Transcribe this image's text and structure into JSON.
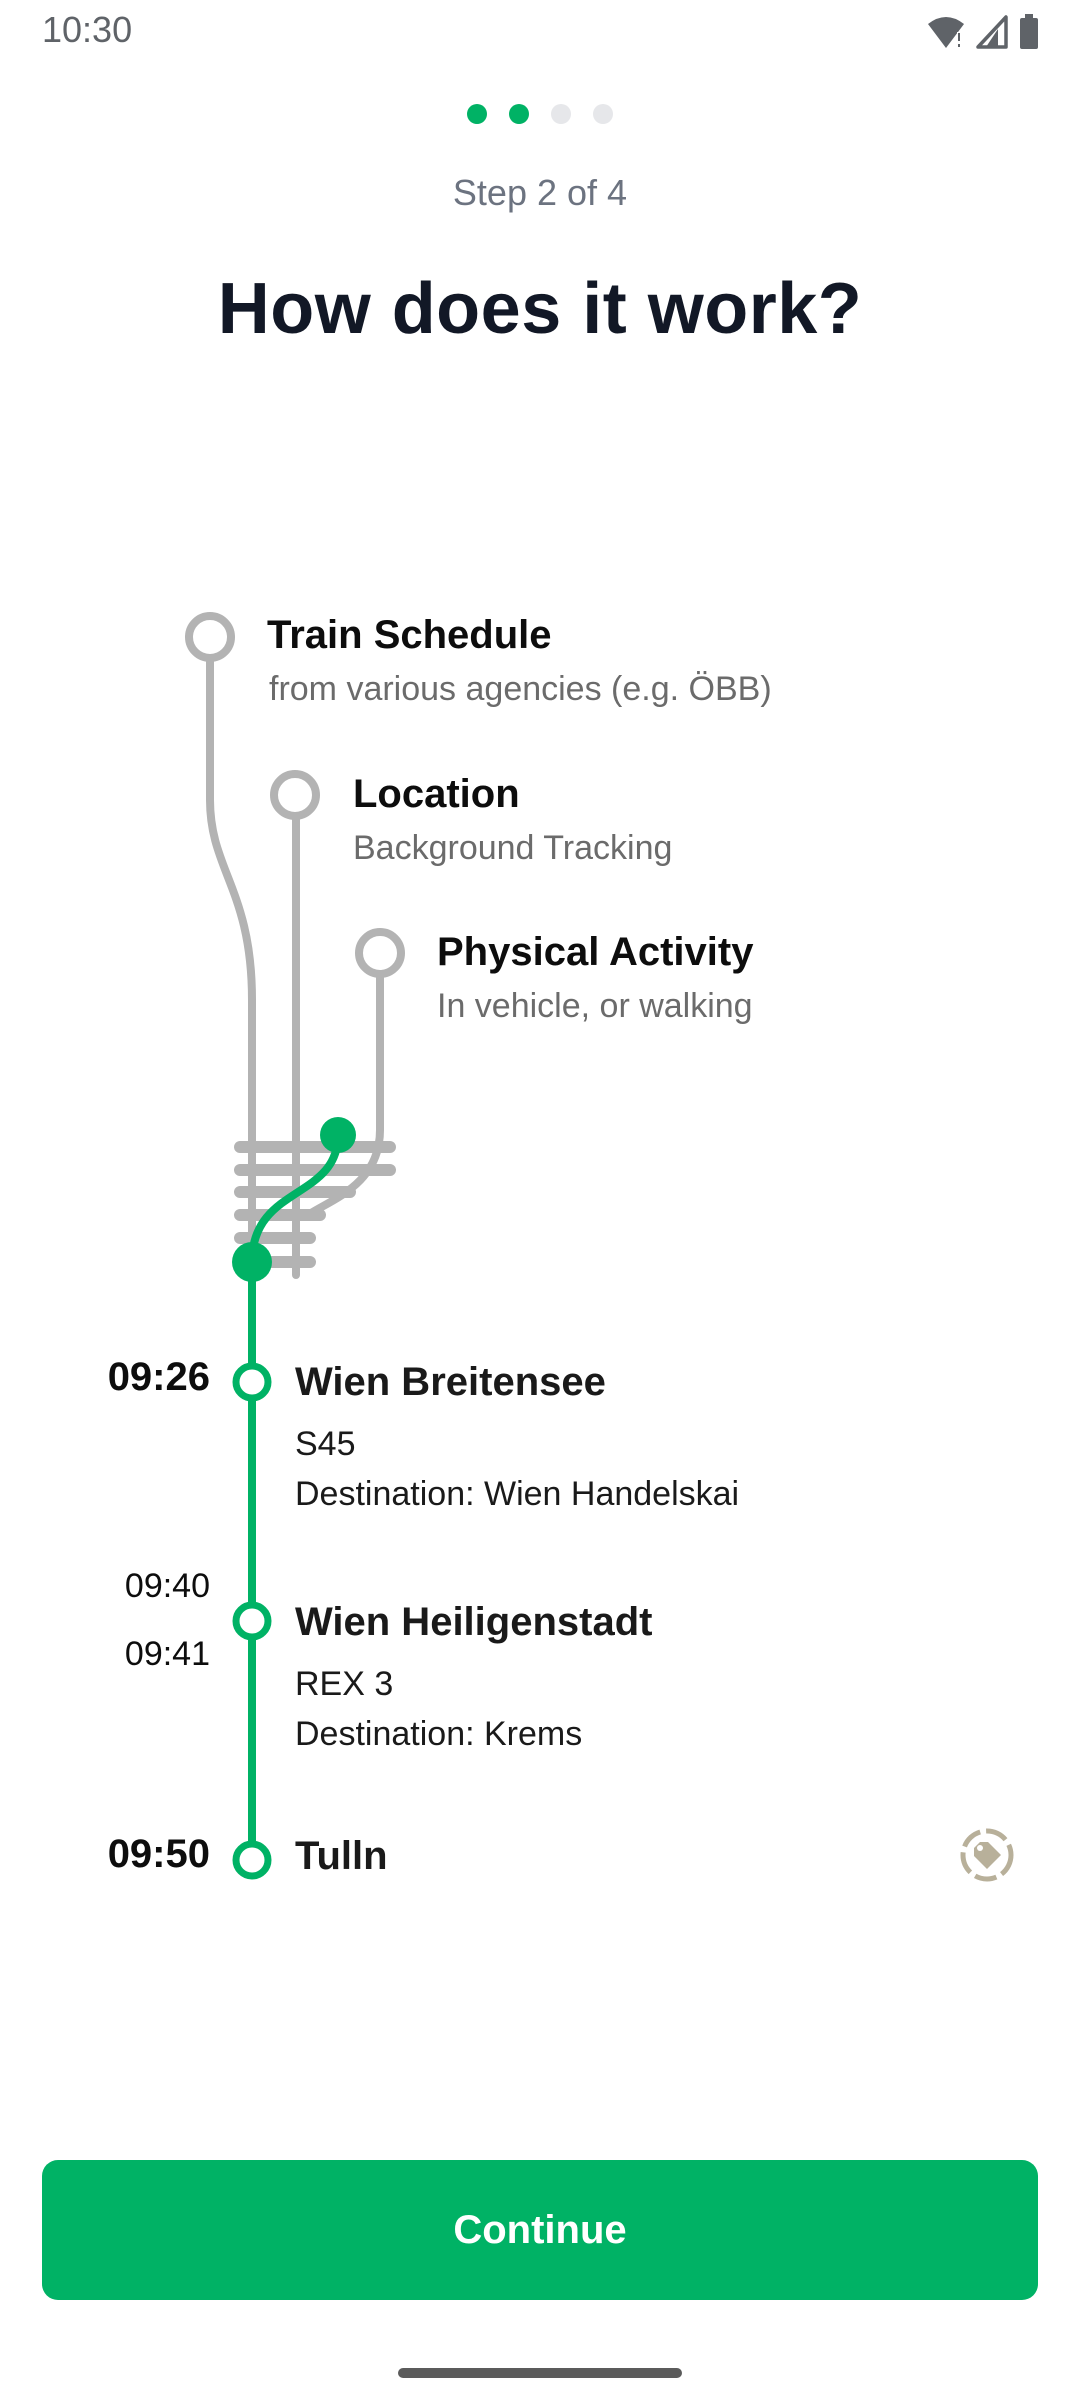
{
  "status_bar": {
    "time": "10:30",
    "icons": [
      "wifi-alert-icon",
      "signal-icon",
      "battery-icon"
    ]
  },
  "pager": {
    "step_label": "Step 2 of 4",
    "total_steps": 4,
    "current_step": 2
  },
  "title": "How does it work?",
  "sources": [
    {
      "title": "Train Schedule",
      "subtitle": "from various agencies (e.g. ÖBB)"
    },
    {
      "title": "Location",
      "subtitle": "Background Tracking"
    },
    {
      "title": "Physical Activity",
      "subtitle": "In vehicle, or walking"
    }
  ],
  "timeline": [
    {
      "time": "09:26",
      "name": "Wien Breitensee",
      "line": "S45",
      "destination": "Destination: Wien Handelskai"
    },
    {
      "arrival": "09:40",
      "departure": "09:41",
      "name": "Wien Heiligenstadt",
      "line": "REX 3",
      "destination": "Destination: Krems"
    },
    {
      "time": "09:50",
      "name": "Tulln"
    }
  ],
  "continue_label": "Continue",
  "colors": {
    "accent": "#00b265",
    "track_gray": "#b3b3b3",
    "tag_icon": "#b8b09a"
  }
}
